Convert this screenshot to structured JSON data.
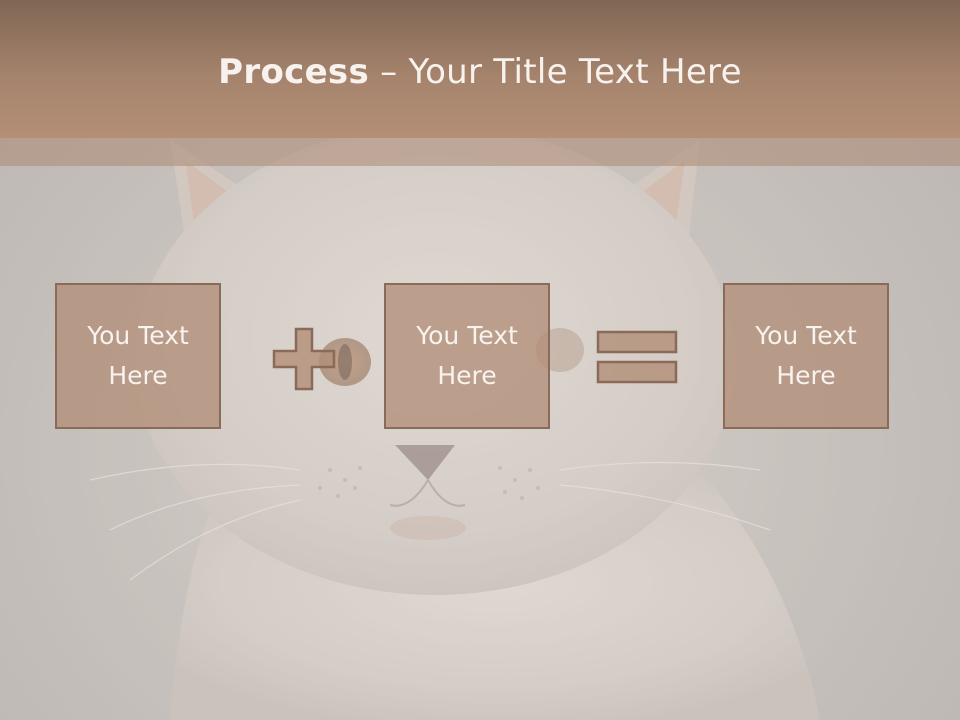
{
  "title": {
    "bold": "Process",
    "rest": " – Your Title Text Here"
  },
  "boxes": [
    {
      "text": "You Text Here"
    },
    {
      "text": "You Text Here"
    },
    {
      "text": "You Text Here"
    }
  ],
  "operators": [
    "plus-icon",
    "equals-icon"
  ],
  "colors": {
    "title_bar": "#a5836c",
    "box_fill": "#b28e78",
    "box_border": "#8a6a58",
    "text": "#f7f2ee",
    "background": "#bdb9b5"
  }
}
